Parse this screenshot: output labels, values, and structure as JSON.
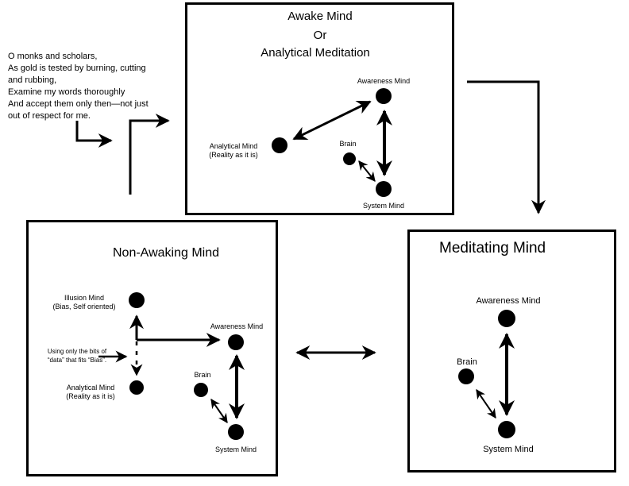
{
  "quote": {
    "lines": [
      "O monks and scholars,",
      "As gold is tested by burning, cutting",
      "and rubbing,",
      "Examine my words thoroughly",
      "And accept them only then—not just",
      "out of respect for me."
    ]
  },
  "awake_box": {
    "title_line1": "Awake Mind",
    "title_line2": "Or",
    "title_line3": "Analytical Meditation",
    "nodes": {
      "awareness": "Awareness Mind",
      "brain": "Brain",
      "analytical_line1": "Analytical Mind",
      "analytical_line2": "(Reality as it is)",
      "system": "System Mind"
    }
  },
  "non_awaking_box": {
    "title": "Non-Awaking Mind",
    "nodes": {
      "illusion_line1": "Illusion Mind",
      "illusion_line2": "(Bias, Self oriented)",
      "awareness": "Awareness Mind",
      "brain": "Brain",
      "analytical_line1": "Analytical Mind",
      "analytical_line2": "(Reality as it is)",
      "system": "System Mind"
    },
    "annotation_line1": "Using only the  bits of",
    "annotation_line2": "“data” that fits “Bias”."
  },
  "meditating_box": {
    "title": "Meditating Mind",
    "nodes": {
      "awareness": "Awareness Mind",
      "brain": "Brain",
      "system": "System Mind"
    }
  }
}
